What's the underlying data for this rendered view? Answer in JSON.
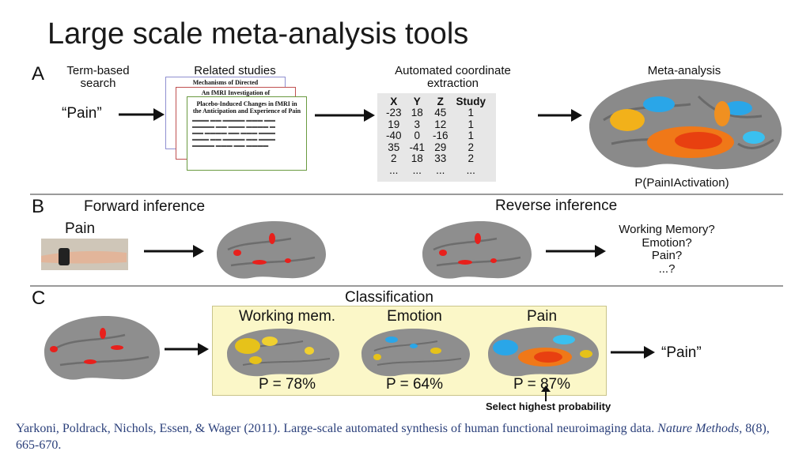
{
  "title": "Large scale meta-analysis tools",
  "panel_a": {
    "letter": "A",
    "term_search_label": "Term-based\nsearch",
    "query": "“Pain”",
    "related_label": "Related studies",
    "paper_titles": [
      "Mechanisms of Directed",
      "An fMRI Investigation of",
      "Placebo-Induced Changes in fMRI in the Anticipation and Experience of Pain"
    ],
    "extraction_label": "Automated coordinate\nextraction",
    "table_headers": [
      "X",
      "Y",
      "Z",
      "Study"
    ],
    "table_rows": [
      [
        "-23",
        "18",
        "45",
        "1"
      ],
      [
        "19",
        "3",
        "12",
        "1"
      ],
      [
        "-40",
        "0",
        "-16",
        "1"
      ],
      [
        "35",
        "-41",
        "29",
        "2"
      ],
      [
        "2",
        "18",
        "33",
        "2"
      ],
      [
        "...",
        "...",
        "...",
        "..."
      ]
    ],
    "meta_label": "Meta-analysis",
    "prob_label": "P(PainIActivation)"
  },
  "panel_b": {
    "letter": "B",
    "forward_label": "Forward inference",
    "stimulus_label": "Pain",
    "reverse_label": "Reverse inference",
    "reverse_options": [
      "Working Memory?",
      "Emotion?",
      "Pain?",
      "...?"
    ]
  },
  "panel_c": {
    "letter": "C",
    "classification_label": "Classification",
    "classes": [
      {
        "name": "Working mem.",
        "prob": "P = 78%"
      },
      {
        "name": "Emotion",
        "prob": "P = 64%"
      },
      {
        "name": "Pain",
        "prob": "P = 87%"
      }
    ],
    "result": "“Pain”",
    "note": "Select highest probability"
  },
  "citation": {
    "authors": "Yarkoni, Poldrack, Nichols, Essen, & Wager (2011). Large-scale automated synthesis of human functional neuroimaging data. ",
    "journal": "Nature Methods",
    "rest": ", 8(8), 665-670."
  },
  "colors": {
    "rule": "#9a9a9a",
    "panel_c_bg": "#fbf7c8",
    "citation": "#2a3f7a",
    "activation": "#e8201c"
  }
}
